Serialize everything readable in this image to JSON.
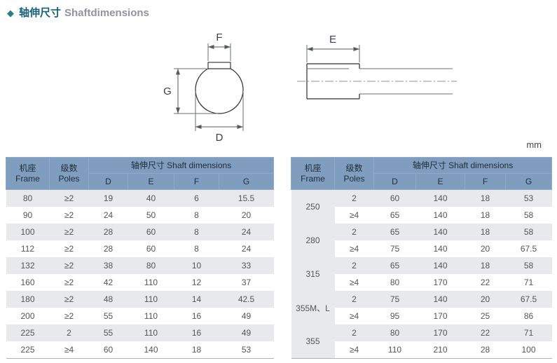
{
  "page": {
    "title_cn": "轴伸尺寸",
    "title_en": "Shaftdimensions",
    "unit": "mm"
  },
  "colors": {
    "header_bg": "#7f9dbf",
    "row_alt": "#e8e9eb",
    "title_cn": "#15617a",
    "title_en": "#8e959b",
    "accent_diamond": "#2a7b8d"
  },
  "diagram": {
    "dim_f": "F",
    "dim_g": "G",
    "dim_d": "D",
    "dim_e": "E"
  },
  "headers": {
    "frame_cn": "机座",
    "frame_en": "Frame",
    "poles_cn": "级数",
    "poles_en": "Poles",
    "shaft": "轴伸尺寸 Shaft dimensions",
    "d": "D",
    "e": "E",
    "f": "F",
    "g": "G"
  },
  "left_table": {
    "rows": [
      {
        "frame": "80",
        "poles": "≥2",
        "d": "19",
        "e": "40",
        "f": "6",
        "g": "15.5"
      },
      {
        "frame": "90",
        "poles": "≥2",
        "d": "24",
        "e": "50",
        "f": "8",
        "g": "20"
      },
      {
        "frame": "100",
        "poles": "≥2",
        "d": "28",
        "e": "60",
        "f": "8",
        "g": "24"
      },
      {
        "frame": "112",
        "poles": "≥2",
        "d": "28",
        "e": "60",
        "f": "8",
        "g": "24"
      },
      {
        "frame": "132",
        "poles": "≥2",
        "d": "38",
        "e": "80",
        "f": "10",
        "g": "33"
      },
      {
        "frame": "160",
        "poles": "≥2",
        "d": "42",
        "e": "110",
        "f": "12",
        "g": "37"
      },
      {
        "frame": "180",
        "poles": "≥2",
        "d": "48",
        "e": "110",
        "f": "14",
        "g": "42.5"
      },
      {
        "frame": "200",
        "poles": "≥2",
        "d": "55",
        "e": "110",
        "f": "16",
        "g": "49"
      },
      {
        "frame": "225",
        "poles": "2",
        "d": "55",
        "e": "110",
        "f": "16",
        "g": "49"
      },
      {
        "frame": "225",
        "poles": "≥4",
        "d": "60",
        "e": "140",
        "f": "18",
        "g": "53"
      }
    ]
  },
  "right_table": {
    "groups": [
      {
        "frame": "250",
        "rows": [
          {
            "poles": "2",
            "d": "60",
            "e": "140",
            "f": "18",
            "g": "53"
          },
          {
            "poles": "≥4",
            "d": "65",
            "e": "140",
            "f": "18",
            "g": "58"
          }
        ]
      },
      {
        "frame": "280",
        "rows": [
          {
            "poles": "2",
            "d": "65",
            "e": "140",
            "f": "18",
            "g": "58"
          },
          {
            "poles": "≥4",
            "d": "75",
            "e": "140",
            "f": "20",
            "g": "67.5"
          }
        ]
      },
      {
        "frame": "315",
        "rows": [
          {
            "poles": "2",
            "d": "65",
            "e": "140",
            "f": "18",
            "g": "58"
          },
          {
            "poles": "≥4",
            "d": "80",
            "e": "170",
            "f": "22",
            "g": "71"
          }
        ]
      },
      {
        "frame": "355M、L",
        "rows": [
          {
            "poles": "2",
            "d": "75",
            "e": "140",
            "f": "20",
            "g": "67.5"
          },
          {
            "poles": "≥4",
            "d": "95",
            "e": "170",
            "f": "25",
            "g": "86"
          }
        ]
      },
      {
        "frame": "355",
        "rows": [
          {
            "poles": "2",
            "d": "80",
            "e": "170",
            "f": "22",
            "g": "71"
          },
          {
            "poles": "≥4",
            "d": "110",
            "e": "210",
            "f": "28",
            "g": "100"
          }
        ]
      }
    ]
  }
}
